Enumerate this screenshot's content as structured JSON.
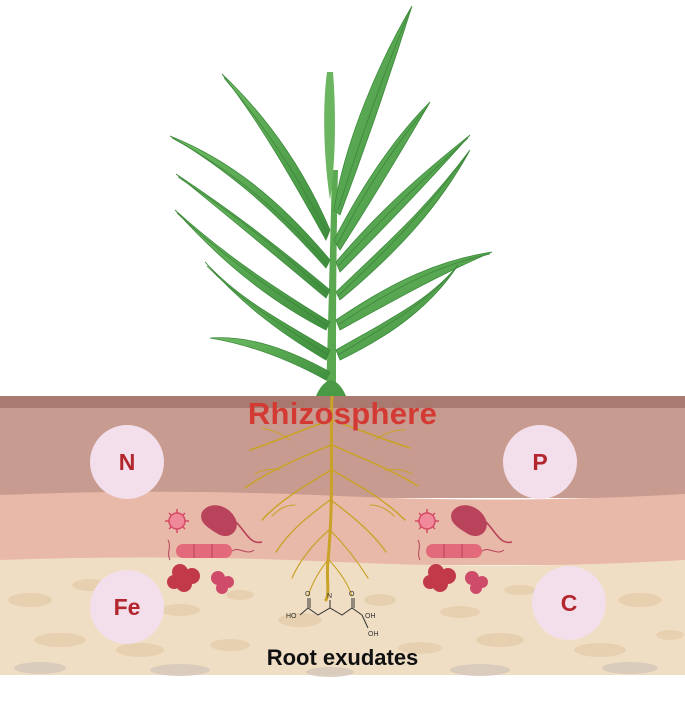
{
  "labels": {
    "title": "Rhizosphere",
    "bottom": "Root exudates"
  },
  "nutrients": {
    "n": "N",
    "p": "P",
    "fe": "Fe",
    "c": "C"
  },
  "molecule_labels": {
    "ho_left": "HO",
    "o_left": "O",
    "n_center": "N",
    "o_right": "O",
    "oh_right": "OH",
    "oh_bottom": "OH"
  },
  "colors": {
    "leaf_green": "#57a84e",
    "soil_top": "#b8877c",
    "soil_mid": "#e8b8aa",
    "soil_bottom": "#f0dcc0",
    "root_gold": "#c9a227",
    "title_red": "#d33a34",
    "nutrient_bg": "#f3dfeb",
    "nutrient_text": "#b3262d"
  }
}
